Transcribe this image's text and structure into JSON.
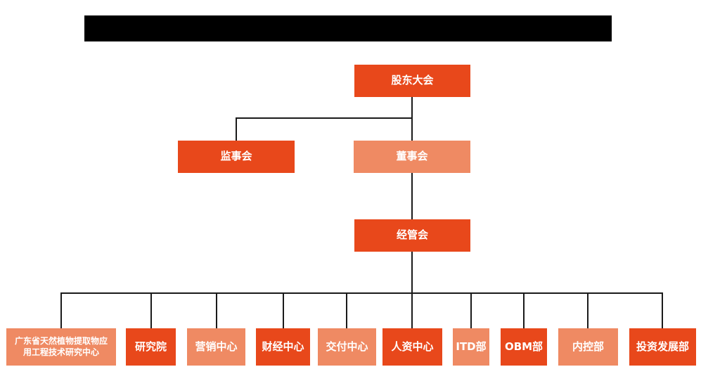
{
  "colors": {
    "node_primary": "#E8481B",
    "node_secondary": "#EF8A63",
    "connector": "#1a1a1a",
    "redacted_bar": "#000000",
    "background": "#ffffff"
  },
  "org_chart": {
    "nodes": [
      {
        "id": "shareholders-meeting",
        "label": "股东大会",
        "variant": "primary",
        "level": 1
      },
      {
        "id": "supervisory-board",
        "label": "监事会",
        "variant": "primary",
        "level": 2
      },
      {
        "id": "board-of-directors",
        "label": "董事会",
        "variant": "secondary",
        "level": 2
      },
      {
        "id": "management-committee",
        "label": "经管会",
        "variant": "primary",
        "level": 3
      },
      {
        "id": "gd-plant-extract-research-center",
        "label": "广东省天然植物提取物应用工程技术研究中心",
        "variant": "secondary",
        "level": 4
      },
      {
        "id": "research-institute",
        "label": "研究院",
        "variant": "primary",
        "level": 4
      },
      {
        "id": "marketing-center",
        "label": "营销中心",
        "variant": "secondary",
        "level": 4
      },
      {
        "id": "finance-center",
        "label": "财经中心",
        "variant": "primary",
        "level": 4
      },
      {
        "id": "delivery-center",
        "label": "交付中心",
        "variant": "secondary",
        "level": 4
      },
      {
        "id": "hr-center",
        "label": "人资中心",
        "variant": "primary",
        "level": 4
      },
      {
        "id": "itd-department",
        "label": "ITD部",
        "variant": "secondary",
        "level": 4
      },
      {
        "id": "obm-department",
        "label": "OBM部",
        "variant": "primary",
        "level": 4
      },
      {
        "id": "internal-control-department",
        "label": "内控部",
        "variant": "secondary",
        "level": 4
      },
      {
        "id": "investment-development-department",
        "label": "投资发展部",
        "variant": "primary",
        "level": 4
      }
    ]
  }
}
